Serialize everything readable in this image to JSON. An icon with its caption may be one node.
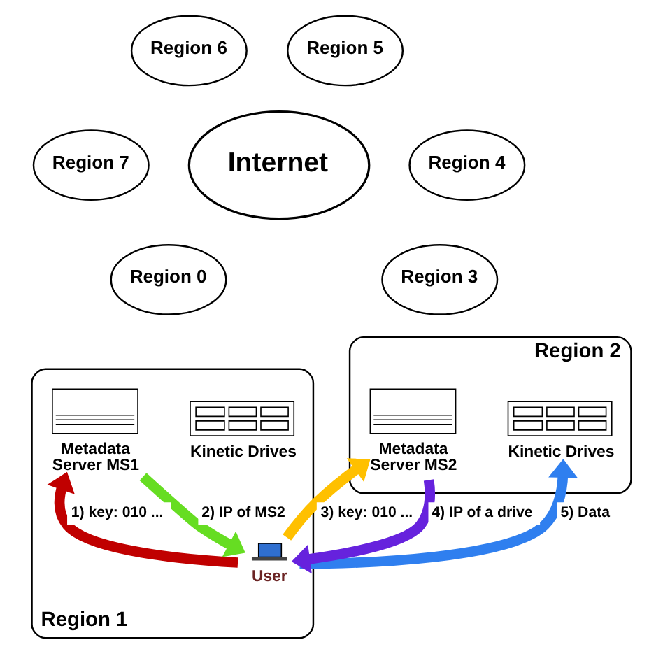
{
  "diagram": {
    "nodes": [
      {
        "text": [
          "Region 6"
        ]
      },
      {
        "text": [
          "Region 5"
        ]
      },
      {
        "text": [
          "Region 7"
        ]
      },
      {
        "text": [
          "Region 4"
        ]
      },
      {
        "text": [
          "Internet"
        ]
      },
      {
        "text": [
          "Region 0"
        ]
      },
      {
        "text": [
          "Region 3"
        ]
      },
      {
        "text": [
          "Region 1"
        ]
      },
      {
        "text": [
          "Metadata Server MS1"
        ],
        "in": 7
      },
      {
        "text": [
          "Kinetic Drives"
        ],
        "in": 7
      },
      {
        "text": [
          "User"
        ],
        "in": 7
      },
      {
        "text": [
          "Region 2"
        ]
      },
      {
        "text": [
          "Metadata Server MS2"
        ],
        "in": 11
      },
      {
        "text": [
          "Kinetic Drives"
        ],
        "in": 11
      }
    ],
    "edges": [
      {
        "from": 10,
        "to": 8,
        "arrow": "to",
        "label": "1) key: 010 ...",
        "color": "#c00000"
      },
      {
        "from": 8,
        "to": 10,
        "arrow": "to",
        "label": "2) IP of MS2",
        "color": "#66dd22"
      },
      {
        "from": 10,
        "to": 12,
        "arrow": "to",
        "label": "3) key: 010 ...",
        "color": "#ffc000"
      },
      {
        "from": 12,
        "to": 10,
        "arrow": "to",
        "label": "4) IP of a drive",
        "color": "#6622dd"
      },
      {
        "from": 10,
        "to": 13,
        "arrow": "to",
        "label": "5) Data",
        "color": "#2f7fef"
      }
    ]
  }
}
